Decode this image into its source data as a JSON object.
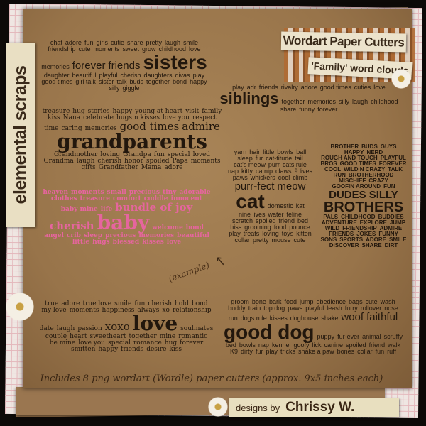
{
  "side_label": "elemental scraps",
  "title_tag": "Wordart Paper Cutters",
  "subtitle_tag": "'Family' word clouds",
  "example_note": "(example)",
  "caption": "Includes 8 png wordart (Wordle) paper cutters (approx. 9x5 inches each)",
  "designer": {
    "prefix": "designs by",
    "name": "Chrissy W."
  },
  "icons": [
    "flower-icon",
    "arrow-icon"
  ],
  "colors": {
    "kraft": "#98744a",
    "ink": "#22170d",
    "pink": "#e6659e",
    "tag": "#ece3cc"
  },
  "clouds": {
    "sisters": {
      "main": "sisters",
      "mid": [
        "forever",
        "friends"
      ],
      "words": [
        "chat",
        "adore",
        "fun",
        "girls",
        "cutie",
        "share",
        "pretty",
        "laugh",
        "smile",
        "friendship",
        "cute",
        "moments",
        "sweet",
        "grow",
        "childhood",
        "love",
        "memories",
        "daughter",
        "beautiful",
        "playful",
        "cherish",
        "daughters",
        "divas",
        "play",
        "good times",
        "girl talk",
        "sister",
        "talk",
        "buds",
        "together",
        "bond",
        "happy",
        "silly",
        "giggle"
      ]
    },
    "siblings": {
      "main": "siblings",
      "mid": [],
      "words": [
        "play",
        "adr",
        "friends",
        "rivalry",
        "adore",
        "good times",
        "cuties",
        "love",
        "together",
        "memories",
        "silly",
        "laugh",
        "childhood",
        "share",
        "funny",
        "forever"
      ]
    },
    "grandparents": {
      "main": "grandparents",
      "mid": [
        "good times",
        "admire"
      ],
      "words": [
        "treasure",
        "hug",
        "stories",
        "happy",
        "young at heart",
        "visit",
        "family",
        "kiss",
        "Nana",
        "celebrate",
        "hugs n kisses",
        "love you",
        "respect",
        "time",
        "caring",
        "memories",
        "Grandmother",
        "loving",
        "Grandpa",
        "fun",
        "special",
        "loved",
        "Grandma",
        "laugh",
        "cherish",
        "honor",
        "spoiled",
        "Papa",
        "moments",
        "gifts",
        "Grandfather",
        "Mama",
        "adore"
      ]
    },
    "baby": {
      "main": "baby",
      "mid": [
        "bundle of joy",
        "cherish"
      ],
      "words": [
        "heaven",
        "moments",
        "small",
        "precious",
        "tiny",
        "adorable",
        "clothes",
        "treasure",
        "comfort",
        "cuddle",
        "innocent",
        "baby mine",
        "life",
        "welcome",
        "bond",
        "angel",
        "crib",
        "sleep",
        "precious",
        "memories",
        "beautiful",
        "little",
        "hugs",
        "blessed",
        "kisses",
        "love"
      ]
    },
    "cat": {
      "main": "cat",
      "mid": [
        "purr-fect",
        "meow"
      ],
      "words": [
        "yarn",
        "hair",
        "little",
        "bowls",
        "ball",
        "sleep",
        "fur",
        "cat-titude",
        "tail",
        "cat's meow",
        "purr",
        "cats rule",
        "nap",
        "kitty",
        "catnip",
        "claws",
        "9 lives",
        "paws",
        "whiskers",
        "cool",
        "climb",
        "domestic",
        "kat",
        "nine lives",
        "water",
        "feline",
        "scratch",
        "spoiled",
        "friend",
        "bed",
        "hiss",
        "grooming",
        "food",
        "pounce",
        "play",
        "treats",
        "loving",
        "toys",
        "kitten",
        "collar",
        "pretty",
        "mouse",
        "cute"
      ]
    },
    "brothers": {
      "main": "BROTHERS",
      "mid": [
        "DUDES",
        "SILLY"
      ],
      "words": [
        "BROTHER",
        "BUDS",
        "GUYS",
        "HAPPY",
        "NERD",
        "ROUGH AND TOUCH",
        "PLAYFUL",
        "BROS",
        "GOOD TIMES",
        "FOREVER",
        "COOL",
        "WILD N CRAZY",
        "TALK",
        "RUN",
        "BROTHERHOOD",
        "MISCHIEF",
        "CRAZY",
        "GOOFIN AROUND",
        "FUN",
        "PALS",
        "CHILDHOOD",
        "BUDDIES",
        "ADVENTURE",
        "EXPLORE",
        "JUMP",
        "WILD",
        "FRIENDSHIP",
        "ADMIRE",
        "FRIENDS",
        "JOKES",
        "FUNNY",
        "SONS",
        "SPORTS",
        "ADORE",
        "SMILE",
        "DISCOVER",
        "SHARE",
        "DIRT"
      ]
    },
    "love": {
      "main": "love",
      "mid": [
        "xoxo"
      ],
      "words": [
        "true",
        "adore",
        "true love",
        "smile",
        "fun",
        "cherish",
        "hold",
        "bond",
        "my love",
        "moments",
        "happiness",
        "always",
        "xo",
        "relationship",
        "date",
        "laugh",
        "passion",
        "soulmates",
        "couple",
        "heart",
        "sweetheart",
        "together",
        "mine",
        "romantic",
        "be mine",
        "love you",
        "special",
        "romance",
        "hug",
        "forever",
        "smitten",
        "happy",
        "friends",
        "desire",
        "kiss"
      ]
    },
    "dog": {
      "main": "good dog",
      "mid": [
        "woof",
        "faithful"
      ],
      "words": [
        "groom",
        "bone",
        "bark",
        "food",
        "jump",
        "obedience",
        "bags",
        "cute",
        "wash",
        "buddy",
        "train",
        "top dog",
        "paws",
        "playful",
        "leash",
        "furry",
        "rollover",
        "nose",
        "run",
        "dogs rule",
        "kisses",
        "doghouse",
        "shake",
        "puppy",
        "fur-ever",
        "animal",
        "scruffy",
        "bed",
        "bowls",
        "nap",
        "kennel",
        "goofy",
        "lick",
        "canine",
        "spoiled",
        "friend",
        "walk",
        "K9",
        "dirty",
        "fur",
        "play",
        "tricks",
        "shake a paw",
        "bones",
        "collar",
        "fun",
        "ruff"
      ]
    }
  }
}
